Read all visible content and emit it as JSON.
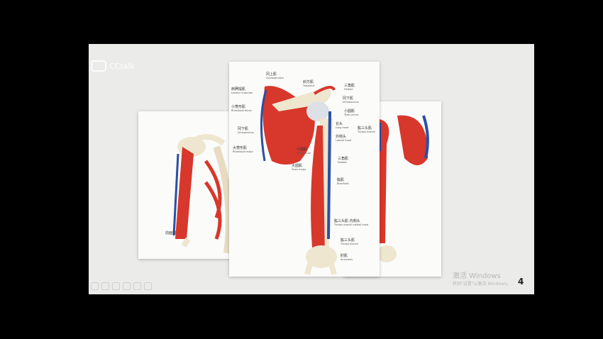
{
  "logo": {
    "text": "CCtalk"
  },
  "center_labels": [
    {
      "zh": "冈上肌",
      "en": "Supraspinatus"
    },
    {
      "zh": "斜方肌",
      "en": "Trapezius"
    },
    {
      "zh": "肩胛提肌",
      "en": "Levator scapulae"
    },
    {
      "zh": "三角肌",
      "en": "Deltoid"
    },
    {
      "zh": "冈下肌",
      "en": "Infraspinatus"
    },
    {
      "zh": "小菱形肌",
      "en": "Rhomboid minor"
    },
    {
      "zh": "小圆肌",
      "en": "Teres minor"
    },
    {
      "zh": "冈下肌",
      "en": "Infraspinatus"
    },
    {
      "zh": "长头",
      "en": "Long head"
    },
    {
      "zh": "肱三头肌",
      "en": "Triceps brachii"
    },
    {
      "zh": "外侧头",
      "en": "Lateral head"
    },
    {
      "zh": "大菱形肌",
      "en": "Rhomboid major"
    },
    {
      "zh": "小圆肌",
      "en": "Teres minor"
    },
    {
      "zh": "三角肌",
      "en": "Deltoid"
    },
    {
      "zh": "大圆肌",
      "en": "Teres major"
    },
    {
      "zh": "肱肌",
      "en": "Brachialis"
    },
    {
      "zh": "肱三头肌 内侧头",
      "en": "Triceps brachii medial head"
    },
    {
      "zh": "肱三头肌",
      "en": "Triceps brachii"
    },
    {
      "zh": "肘肌",
      "en": "Anconeus"
    }
  ],
  "left_caption": "前面观",
  "watermark": {
    "line1": "激活 Windows",
    "line2": "转到\"设置\"以激活 Windows。"
  },
  "page_number": "4",
  "colors": {
    "muscle": "#d8372b",
    "vessel": "#2a4fa6",
    "bone": "#efe6cf"
  }
}
